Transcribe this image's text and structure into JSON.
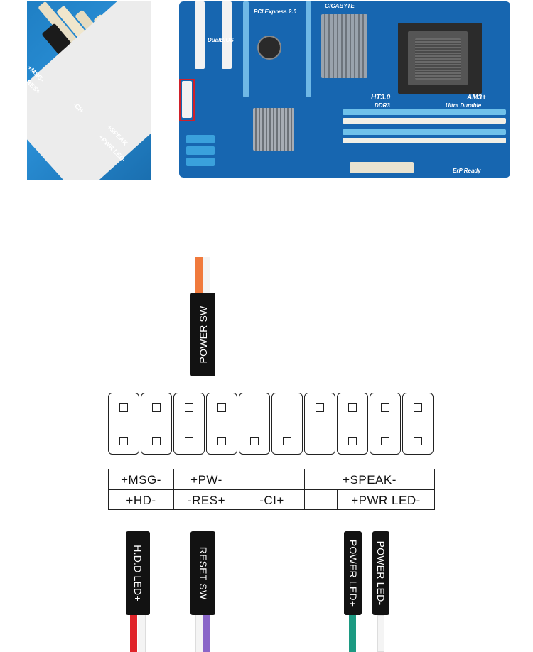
{
  "photos": {
    "closeup_silkscreen": [
      "+MSG-",
      "-RES+",
      "-CI+",
      "+SPEAK",
      "+PWR LED-"
    ],
    "board_text": [
      "GIGABYTE",
      "DualBIOS",
      "PCI Express 2.0",
      "HT3.0",
      "AM3+",
      "DDR3",
      "Ultra Durable",
      "ErP Ready"
    ]
  },
  "top_cable": {
    "label": "POWER SW",
    "wire_colors": [
      "#f07a3c",
      "#f4f4f4"
    ]
  },
  "header": {
    "columns": [
      {
        "top": true,
        "bottom": true
      },
      {
        "top": true,
        "bottom": true
      },
      {
        "top": true,
        "bottom": true
      },
      {
        "top": true,
        "bottom": true
      },
      {
        "top": false,
        "bottom": true
      },
      {
        "top": false,
        "bottom": true
      },
      {
        "top": true,
        "bottom": false
      },
      {
        "top": true,
        "bottom": true
      },
      {
        "top": true,
        "bottom": true
      },
      {
        "top": true,
        "bottom": true
      }
    ]
  },
  "labels": {
    "row1": {
      "msg": "+MSG-",
      "pw": "+PW-",
      "blank": "",
      "speak": "+SPEAK-"
    },
    "row2": {
      "hd": "+HD-",
      "res": "-RES+",
      "ci": "-CI+",
      "pwr_led": "+PWR LED-"
    }
  },
  "bottom_cables": [
    {
      "label": "H.D.D LED+",
      "wire_colors": [
        "#e0242a",
        "#f4f4f4"
      ]
    },
    {
      "label": "RESET SW",
      "wire_colors": [
        "#f4f4f4",
        "#8a66c8"
      ]
    },
    {
      "label": "POWER LED+",
      "wire_colors": [
        "#1c9a82",
        "#f4f4f4"
      ]
    },
    {
      "label": "POWER LED-",
      "wire_colors": [
        "#f4f4f4"
      ]
    }
  ],
  "colors": {
    "pcb_blue": "#1766b0",
    "highlight": "#d0202a"
  }
}
